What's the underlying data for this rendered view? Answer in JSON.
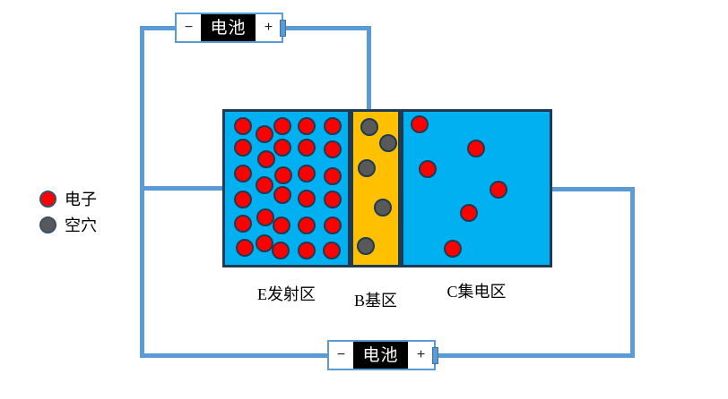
{
  "colors": {
    "wire": "#5B9BD5",
    "region_border": "#203a52",
    "battery_body": "#000000",
    "battery_border": "#5B9BD5",
    "electron": "#FF0000",
    "hole": "#595959"
  },
  "batteries": {
    "top": {
      "minus": "−",
      "label": "电池",
      "plus": "+"
    },
    "bottom": {
      "minus": "−",
      "label": "电池",
      "plus": "+"
    }
  },
  "legend": {
    "items": [
      {
        "name": "electron",
        "label": "电子",
        "color": "#FF0000"
      },
      {
        "name": "hole",
        "label": "空穴",
        "color": "#595959"
      }
    ]
  },
  "regions": {
    "emitter": {
      "label": "E发射区",
      "fill": "#00B0F0",
      "dots": {
        "type": "electron",
        "color": "#FF0000",
        "radius": 10,
        "positions": [
          [
            23,
            19
          ],
          [
            67,
            19
          ],
          [
            94,
            19
          ],
          [
            123,
            19
          ],
          [
            47,
            28
          ],
          [
            23,
            43
          ],
          [
            67,
            43
          ],
          [
            94,
            43
          ],
          [
            123,
            45
          ],
          [
            49,
            56
          ],
          [
            23,
            72
          ],
          [
            68,
            74
          ],
          [
            94,
            72
          ],
          [
            123,
            75
          ],
          [
            47,
            85
          ],
          [
            23,
            101
          ],
          [
            67,
            96
          ],
          [
            94,
            100
          ],
          [
            123,
            101
          ],
          [
            48,
            121
          ],
          [
            23,
            128
          ],
          [
            66,
            130
          ],
          [
            94,
            130
          ],
          [
            123,
            130
          ],
          [
            47,
            150
          ],
          [
            25,
            155
          ],
          [
            65,
            158
          ],
          [
            94,
            158
          ],
          [
            122,
            158
          ]
        ]
      }
    },
    "base": {
      "label": "B基区",
      "fill": "#FFC000",
      "dots": {
        "type": "hole",
        "color": "#595959",
        "radius": 10,
        "positions": [
          [
            21,
            20
          ],
          [
            42,
            38
          ],
          [
            18,
            66
          ],
          [
            36,
            110
          ],
          [
            17,
            153
          ]
        ]
      }
    },
    "collector": {
      "label": "C集电区",
      "fill": "#00B0F0",
      "dots": {
        "type": "electron",
        "color": "#FF0000",
        "radius": 10,
        "positions": [
          [
            21,
            17
          ],
          [
            84,
            44
          ],
          [
            30,
            67
          ],
          [
            109,
            90
          ],
          [
            76,
            116
          ],
          [
            58,
            156
          ]
        ]
      }
    }
  }
}
